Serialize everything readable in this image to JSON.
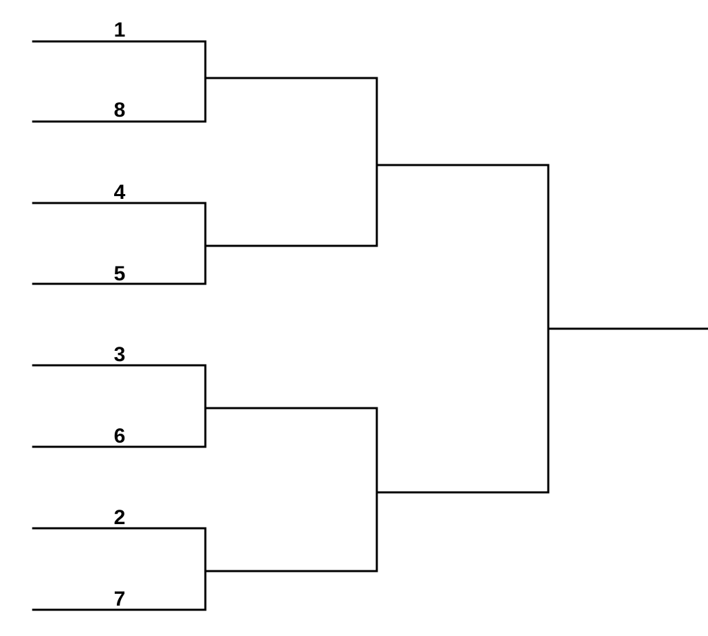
{
  "bracket": {
    "line_color": "#000000",
    "seeds": [
      "1",
      "8",
      "4",
      "5",
      "3",
      "6",
      "2",
      "7"
    ]
  }
}
